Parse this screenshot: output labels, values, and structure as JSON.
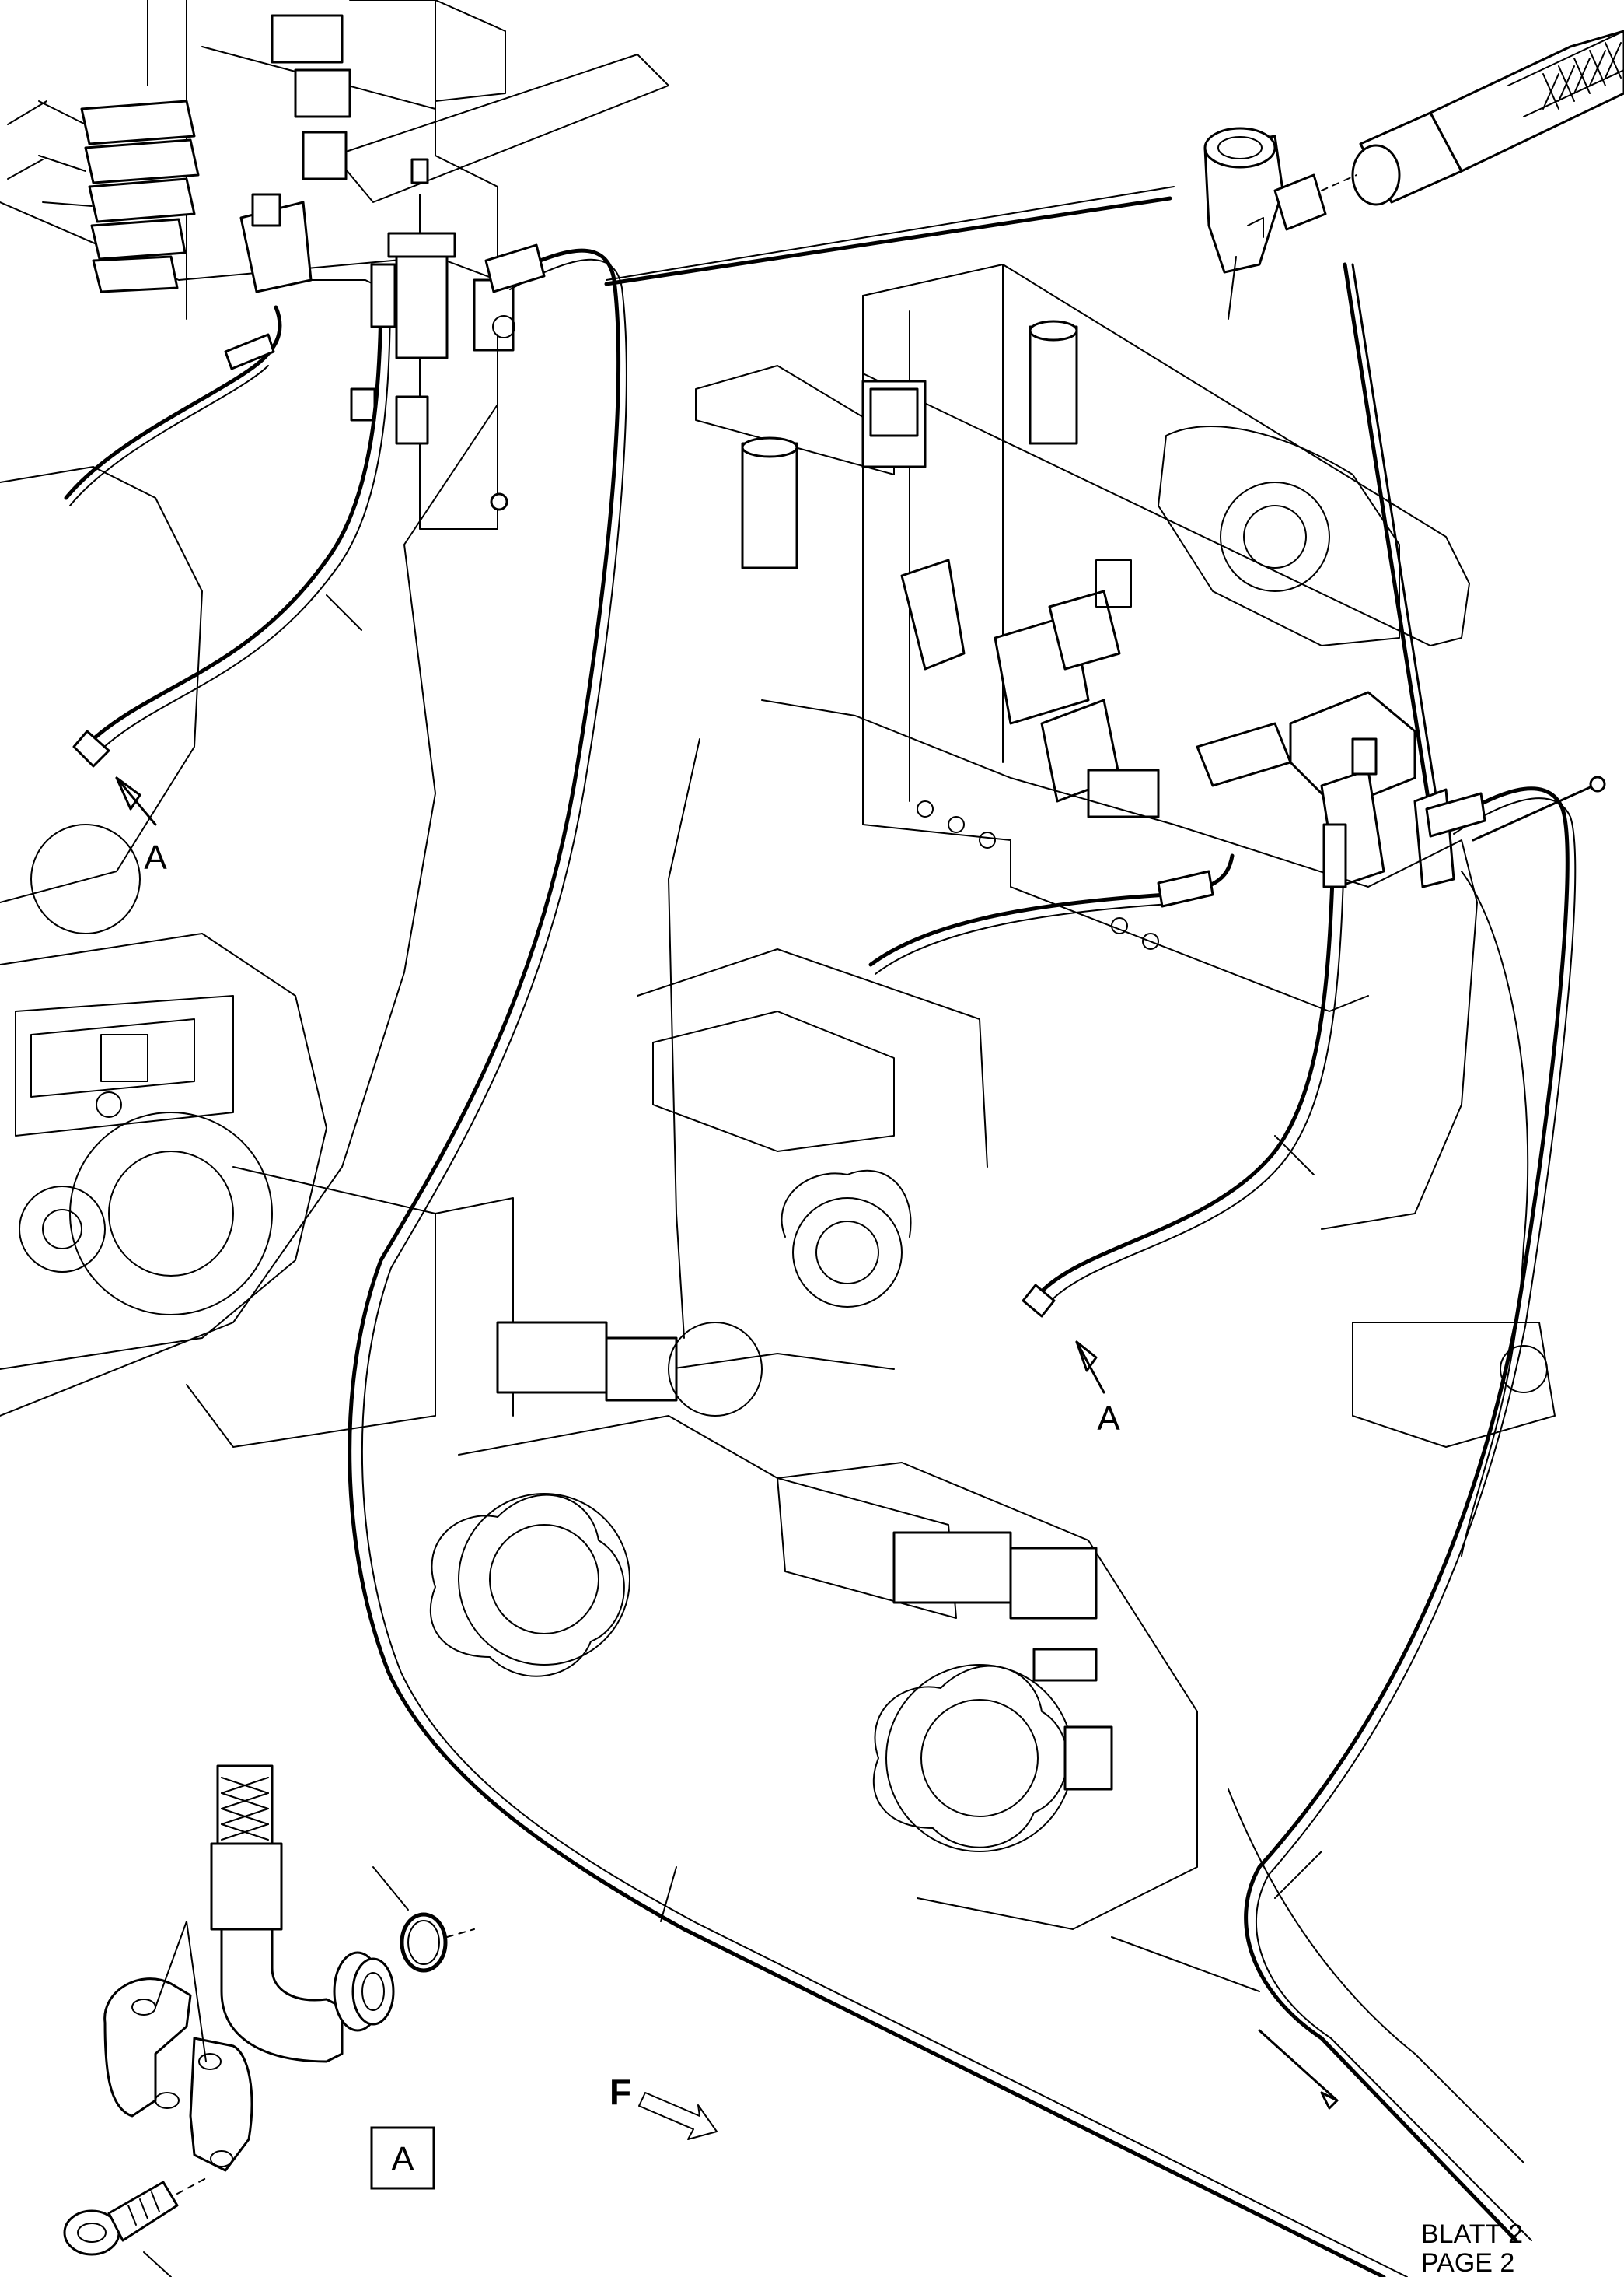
{
  "labels": {
    "detail_marker_upper_left": "A",
    "detail_marker_center": "A",
    "detail_box": "A",
    "direction_letter": "F",
    "continuation_line1": "BLATT 2",
    "continuation_line2": "PAGE 2"
  }
}
